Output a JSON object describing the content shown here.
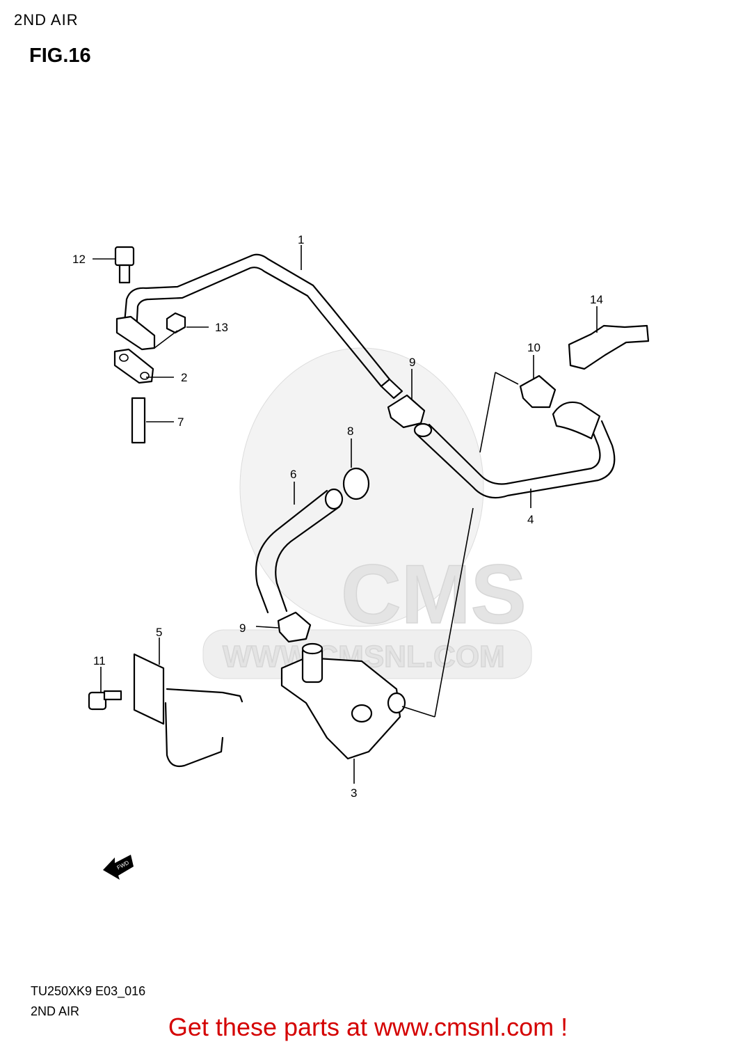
{
  "header": {
    "section_title": "2ND AIR",
    "figure": "FIG.16"
  },
  "footer": {
    "model_code": "TU250XK9 E03_016",
    "title": "2ND AIR",
    "promo": "Get these parts at www.cmsnl.com !"
  },
  "watermark": {
    "brand": "CMS",
    "url": "WWW.CMSNL.COM"
  },
  "fwd_badge": "FWD",
  "callouts": [
    "1",
    "2",
    "3",
    "4",
    "5",
    "6",
    "7",
    "8",
    "9",
    "9",
    "10",
    "11",
    "12",
    "13",
    "14"
  ]
}
